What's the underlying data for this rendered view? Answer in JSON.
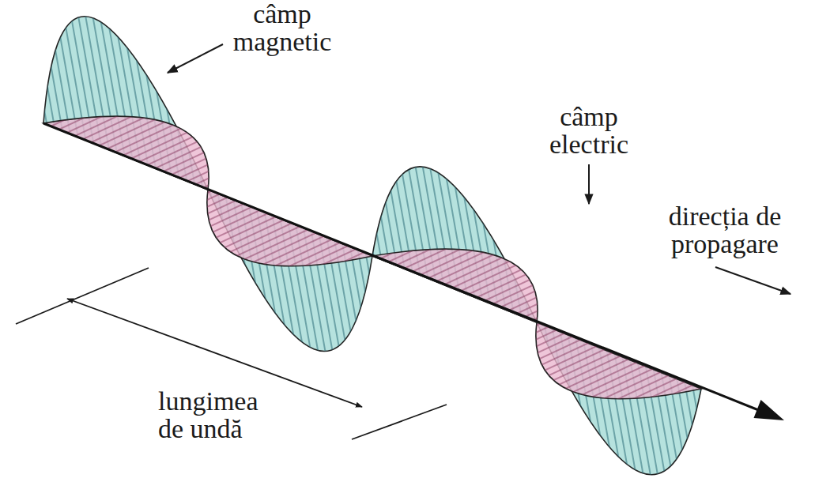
{
  "diagram": {
    "labels": [
      "câmp magnetic",
      "câmp electric",
      "direcția de propagare",
      "lungimea de undă"
    ]
  }
}
